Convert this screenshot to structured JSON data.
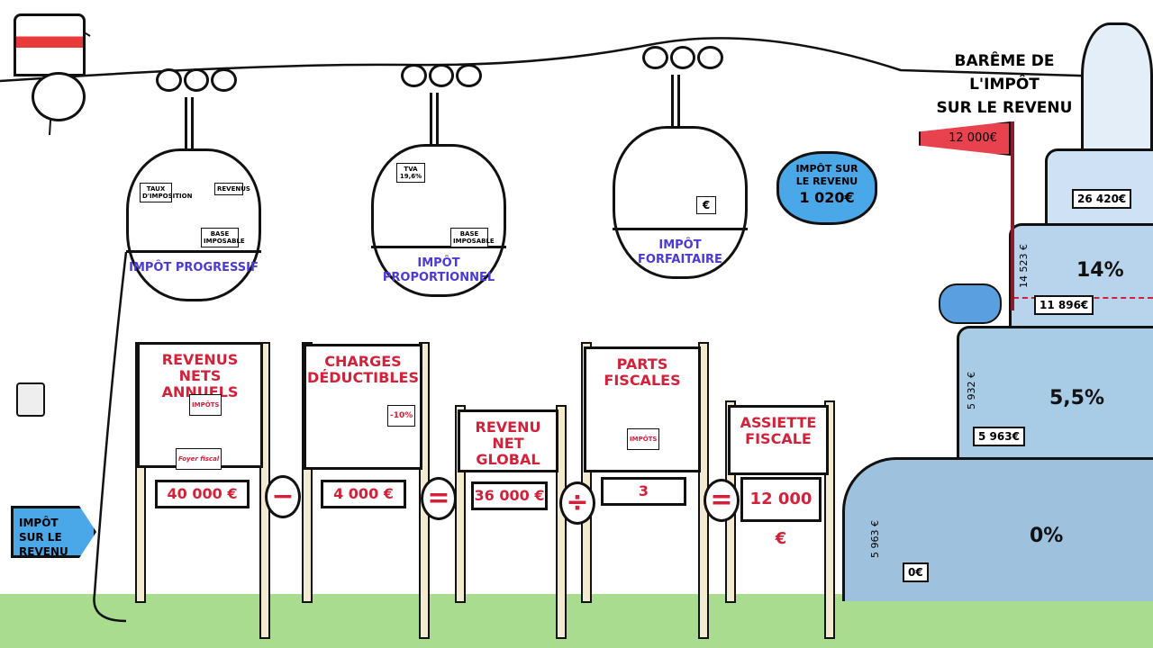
{
  "gondolas": [
    {
      "label": "IMPÔT PROGRESSIF",
      "notes": [
        "TAUX D'IMPOSITION",
        "REVENUS",
        "BASE IMPOSABLE"
      ]
    },
    {
      "label": "IMPÔT PROPORTIONNEL",
      "notes": [
        "TVA 19,6%",
        "BASE IMPOSABLE"
      ]
    },
    {
      "label": "IMPÔT FORFAITAIRE",
      "notes": [
        "€"
      ]
    }
  ],
  "cloud": {
    "line1": "IMPÔT SUR",
    "line2": "LE REVENU",
    "amount": "1 020€"
  },
  "arrow_sign": "IMPÔT SUR LE REVENU",
  "boards": [
    {
      "title": "REVENUS NETS ANNUELS",
      "value": "40 000 €",
      "notes": [
        "IMPÔTS",
        "Foyer fiscal"
      ]
    },
    {
      "title": "CHARGES DÉDUCTIBLES",
      "value": "4 000 €",
      "notes": [
        "-10%"
      ]
    },
    {
      "title": "REVENU NET GLOBAL",
      "value": "36 000 €"
    },
    {
      "title": "PARTS FISCALES",
      "value": "3",
      "notes": [
        "IMPÔTS"
      ]
    },
    {
      "title": "ASSIETTE FISCALE",
      "value": "12 000 €"
    }
  ],
  "operators": [
    "−",
    "=",
    "÷",
    "="
  ],
  "bareme": {
    "title_line1": "BARÊME DE L'IMPÔT",
    "title_line2": "SUR LE REVENU",
    "flag": "12 000€",
    "rates": [
      "0%",
      "5,5%",
      "14%"
    ],
    "thresholds": [
      "0€",
      "5 963€",
      "11 896€",
      "26 420€"
    ],
    "widths": [
      "5 963 €",
      "5 932 €",
      "14 523 €"
    ]
  },
  "colors": {
    "red": "#d4213a",
    "blue_label": "#4a3ad6",
    "ground": "#a9dc8e",
    "tier1": "#9ec2de",
    "tier2": "#b7d4ec",
    "tier3": "#cfe2f5",
    "tier4": "#e3eef9"
  }
}
